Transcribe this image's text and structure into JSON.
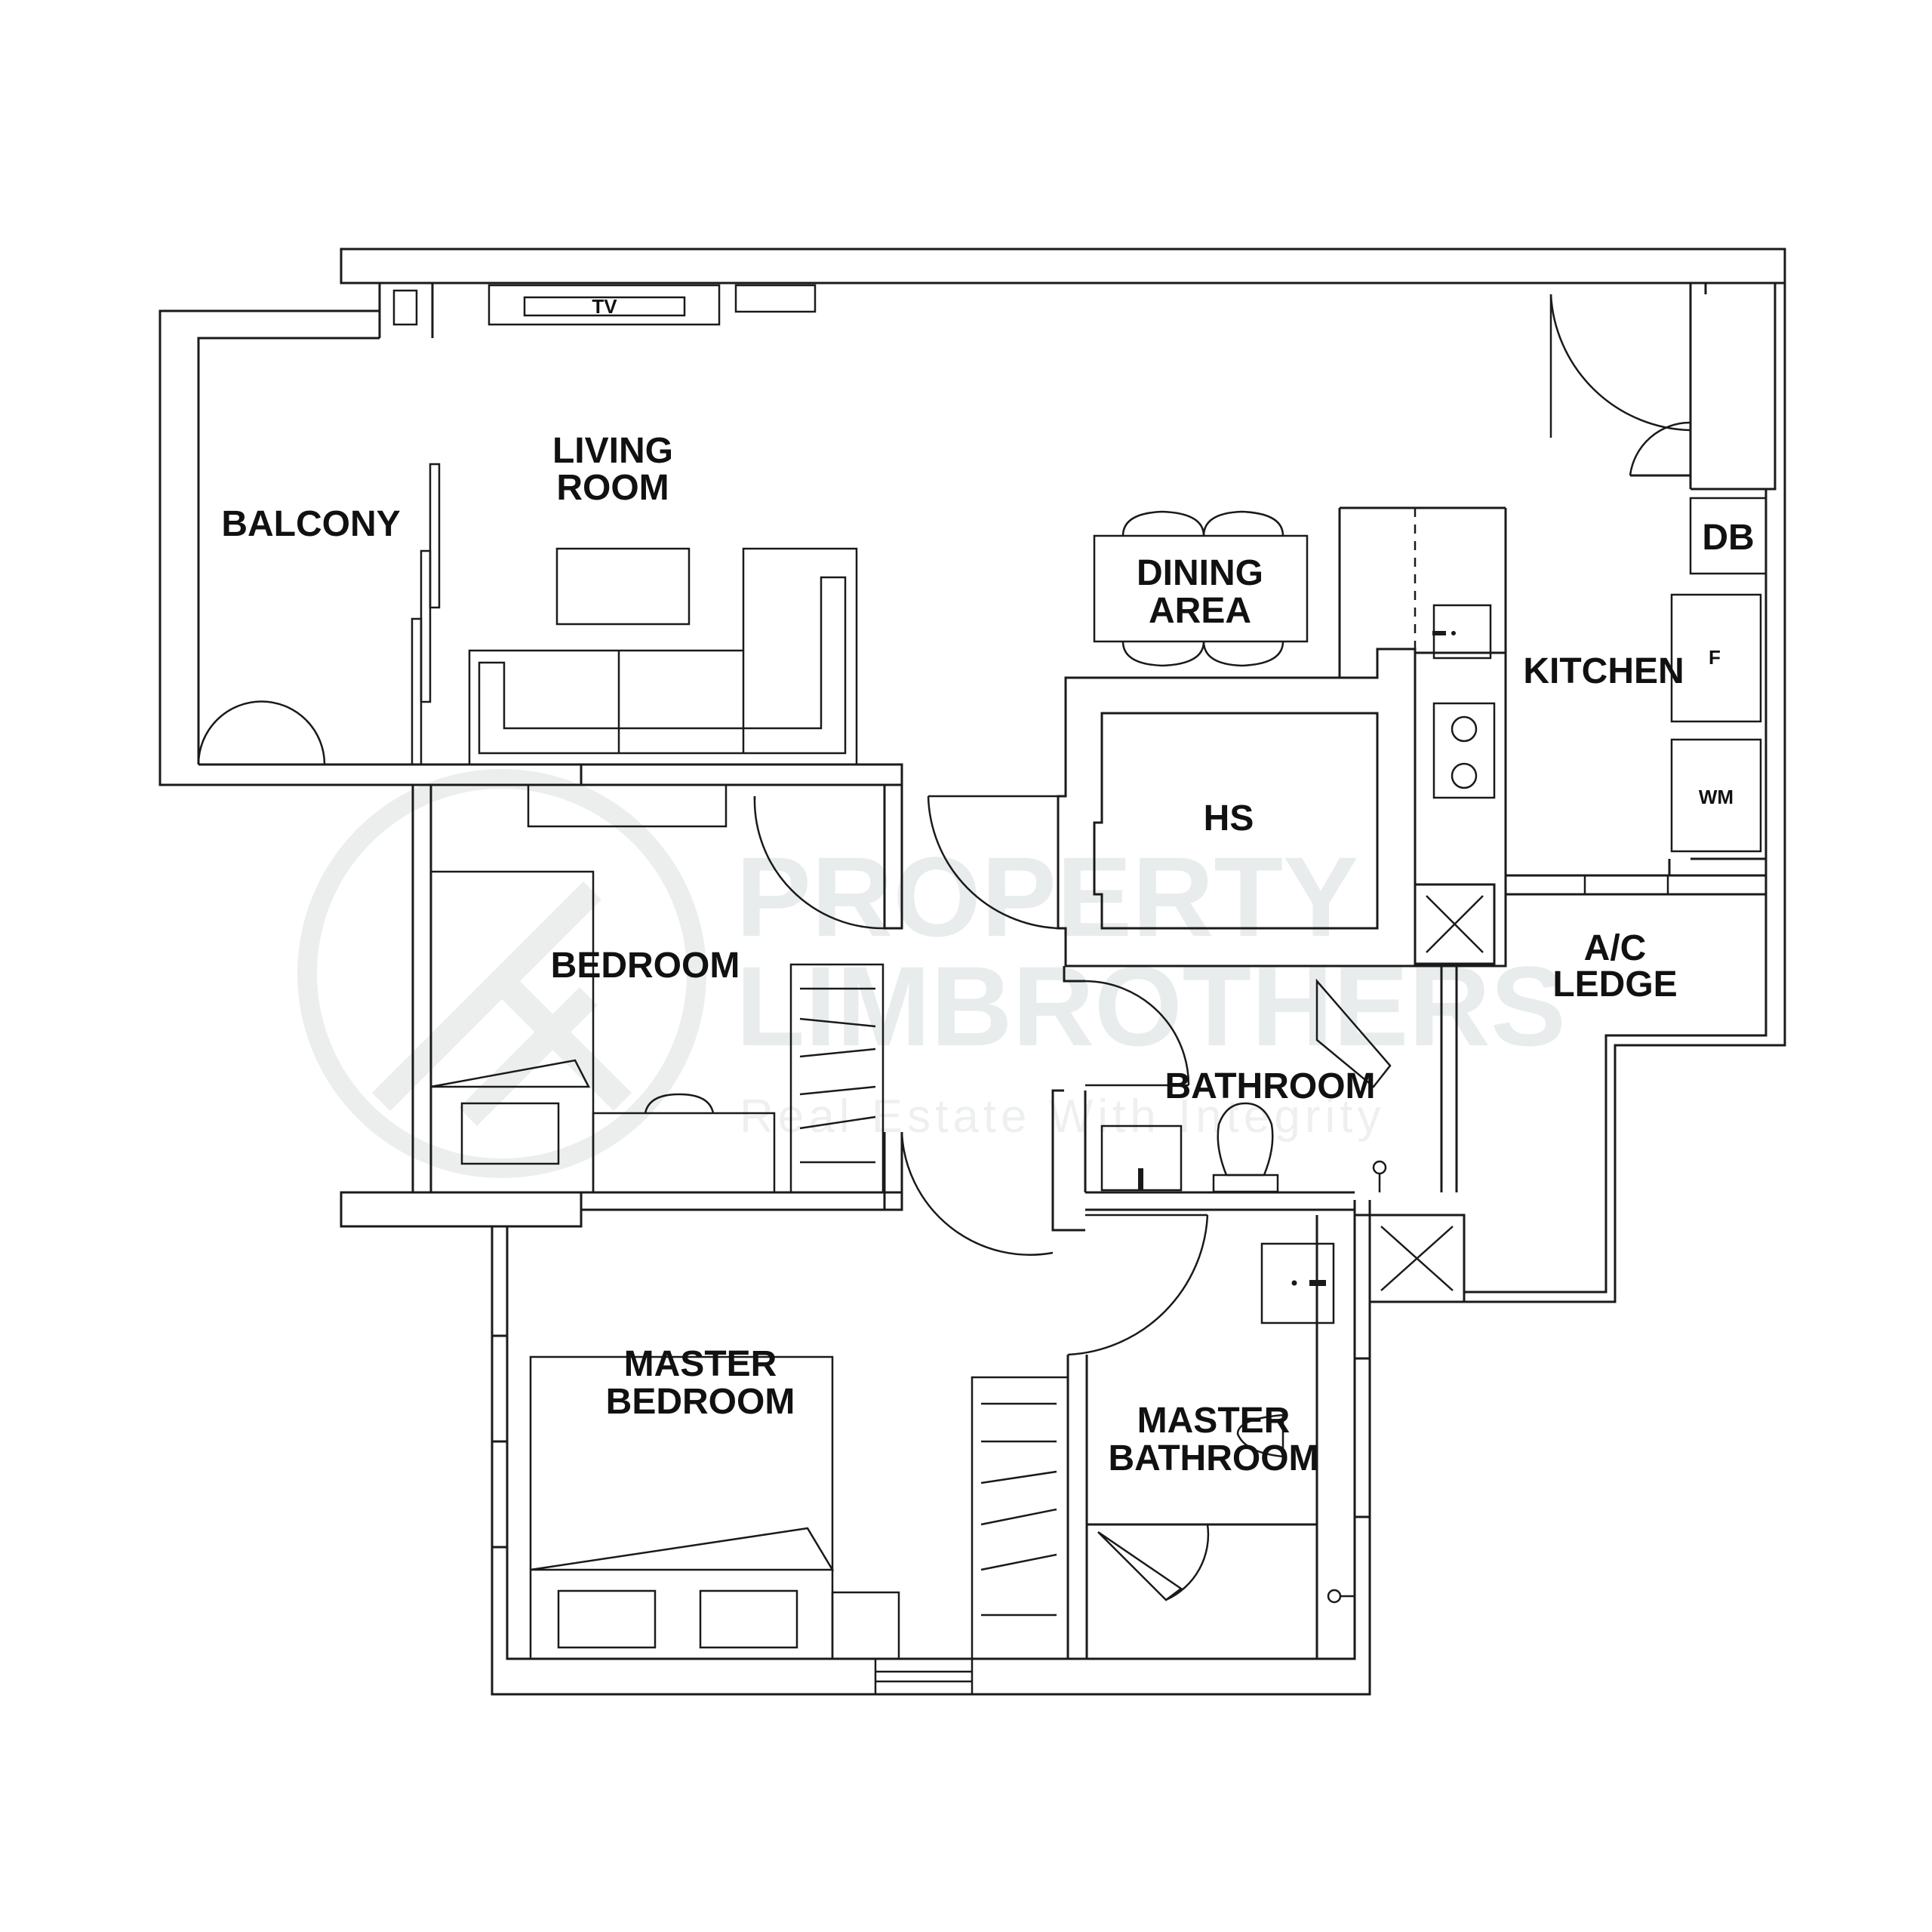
{
  "rooms": {
    "balcony": "BALCONY",
    "living_room_1": "LIVING",
    "living_room_2": "ROOM",
    "dining_1": "DINING",
    "dining_2": "AREA",
    "kitchen": "KITCHEN",
    "hs": "HS",
    "bedroom": "BEDROOM",
    "bathroom": "BATHROOM",
    "ac_ledge_1": "A/C",
    "ac_ledge_2": "LEDGE",
    "master_bedroom_1": "MASTER",
    "master_bedroom_2": "BEDROOM",
    "master_bathroom_1": "MASTER",
    "master_bathroom_2": "BATHROOM",
    "db": "DB"
  },
  "fixtures": {
    "tv": "TV",
    "fridge": "F",
    "washing_machine": "WM"
  },
  "watermark": {
    "line1": "PROPERTY",
    "line2": "LIMBROTHERS",
    "tagline": "Real Estate With Integrity"
  }
}
